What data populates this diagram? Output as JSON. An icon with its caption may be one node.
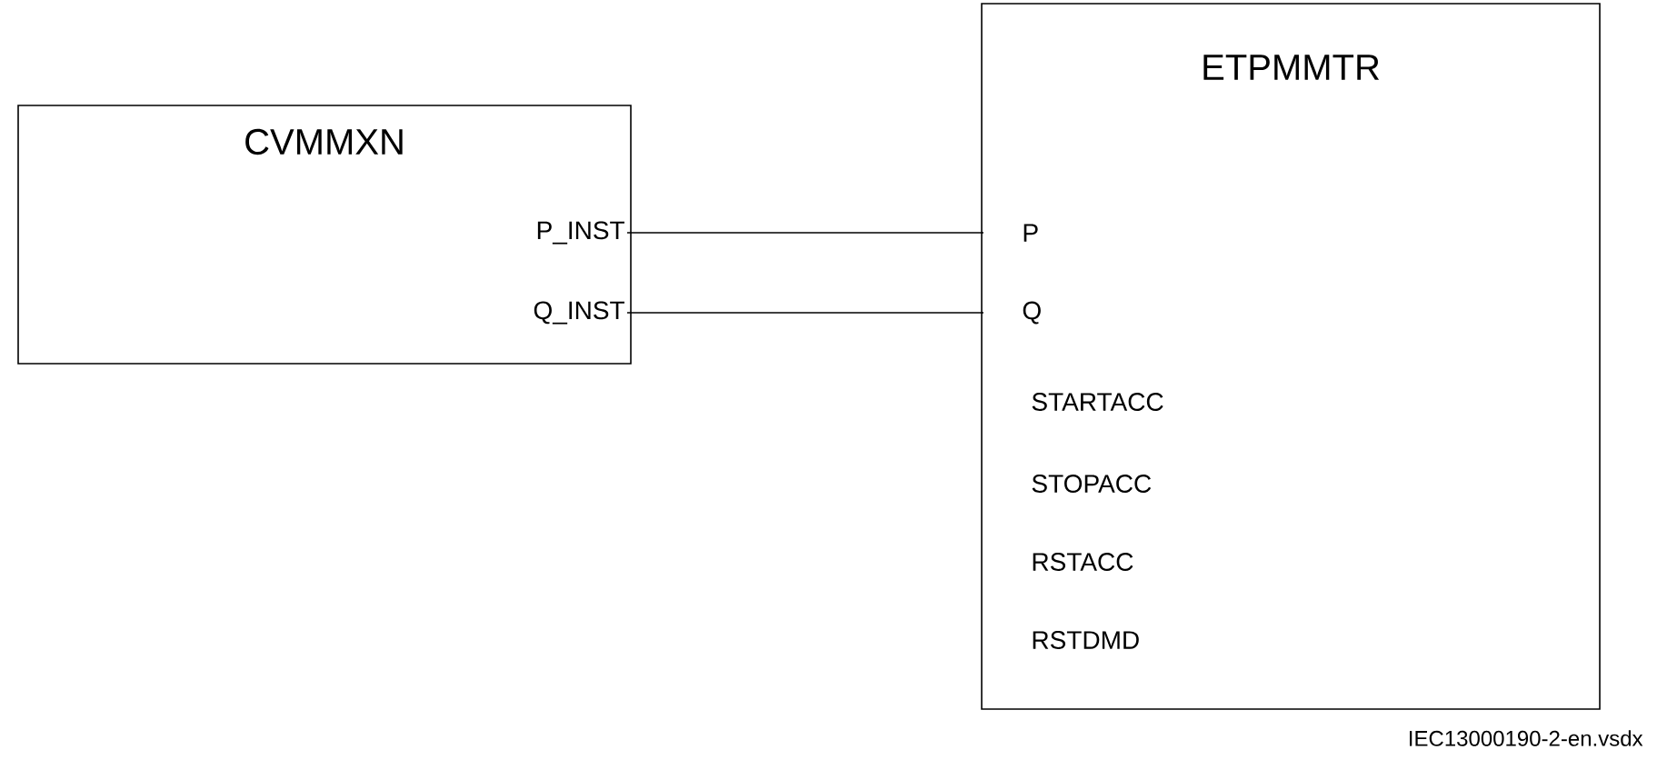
{
  "diagram": {
    "nodes": [
      {
        "text": [
          "CVMMXN"
        ]
      },
      {
        "text": [
          "P_INST"
        ],
        "in": 0
      },
      {
        "text": [
          "Q_INST"
        ],
        "in": 0
      },
      {
        "text": [
          "ETPMMTR"
        ]
      },
      {
        "text": [
          "P"
        ],
        "in": 3
      },
      {
        "text": [
          "Q"
        ],
        "in": 3
      }
    ],
    "edges": [
      {
        "from": 1,
        "to": 4,
        "arrow": "none"
      },
      {
        "from": 2,
        "to": 5,
        "arrow": "none"
      }
    ],
    "labels": [
      "STARTACC",
      "STOPACC",
      "RSTACC",
      "RSTDMD",
      "IEC13000190-2-en.vsdx"
    ]
  }
}
